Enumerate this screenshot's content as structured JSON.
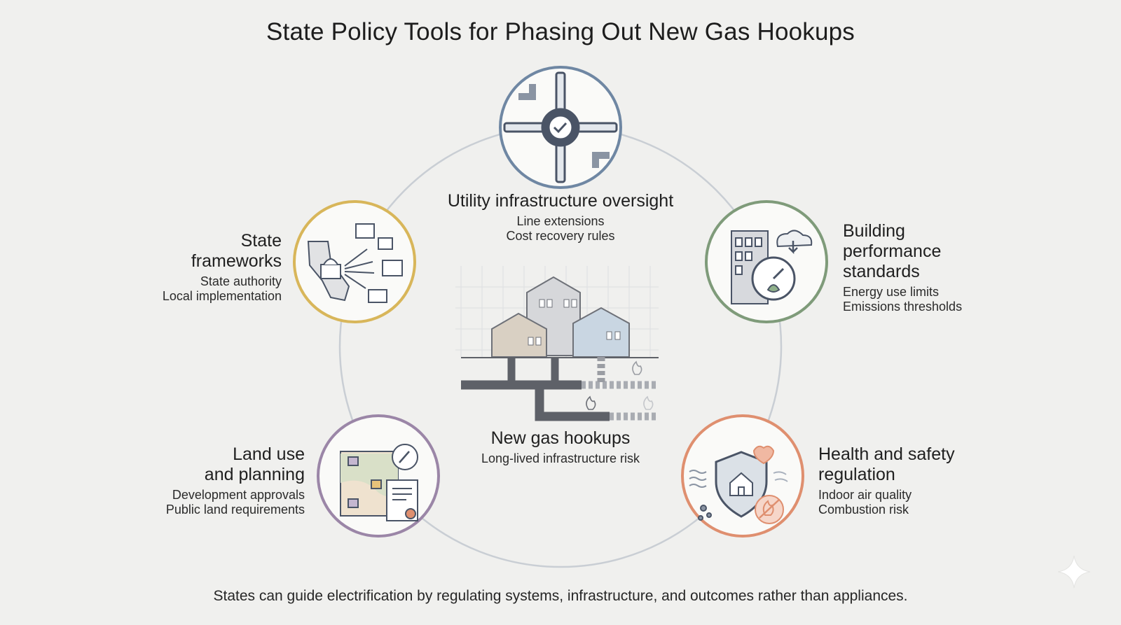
{
  "title": "State Policy Tools for Phasing Out New Gas Hookups",
  "center": {
    "heading": "New gas hookups",
    "sub": "Long-lived infrastructure risk"
  },
  "nodes": {
    "utility": {
      "heading": "Utility infrastructure oversight",
      "lines": [
        "Line extensions",
        "Cost recovery rules"
      ],
      "icon": "pipes-gear-check-icon",
      "color": "#6f87a3"
    },
    "state": {
      "heading_lines": [
        "State",
        "frameworks"
      ],
      "lines": [
        "State authority",
        "Local implementation"
      ],
      "icon": "state-map-capitol-icon",
      "color": "#d8b65a"
    },
    "building": {
      "heading_lines": [
        "Building",
        "performance",
        "standards"
      ],
      "lines": [
        "Energy use limits",
        "Emissions thresholds"
      ],
      "icon": "building-gauge-cloud-icon",
      "color": "#7f9b7a"
    },
    "land": {
      "heading_lines": [
        "Land use",
        "and planning"
      ],
      "lines": [
        "Development approvals",
        "Public land requirements"
      ],
      "icon": "map-compass-document-icon",
      "color": "#9b86a7"
    },
    "health": {
      "heading_lines": [
        "Health and safety",
        "regulation"
      ],
      "lines": [
        "Indoor air quality",
        "Combustion risk"
      ],
      "icon": "shield-house-flame-icon",
      "color": "#df8f6f"
    }
  },
  "footer": "States can guide electrification by regulating systems, infrastructure, and outcomes rather than appliances."
}
